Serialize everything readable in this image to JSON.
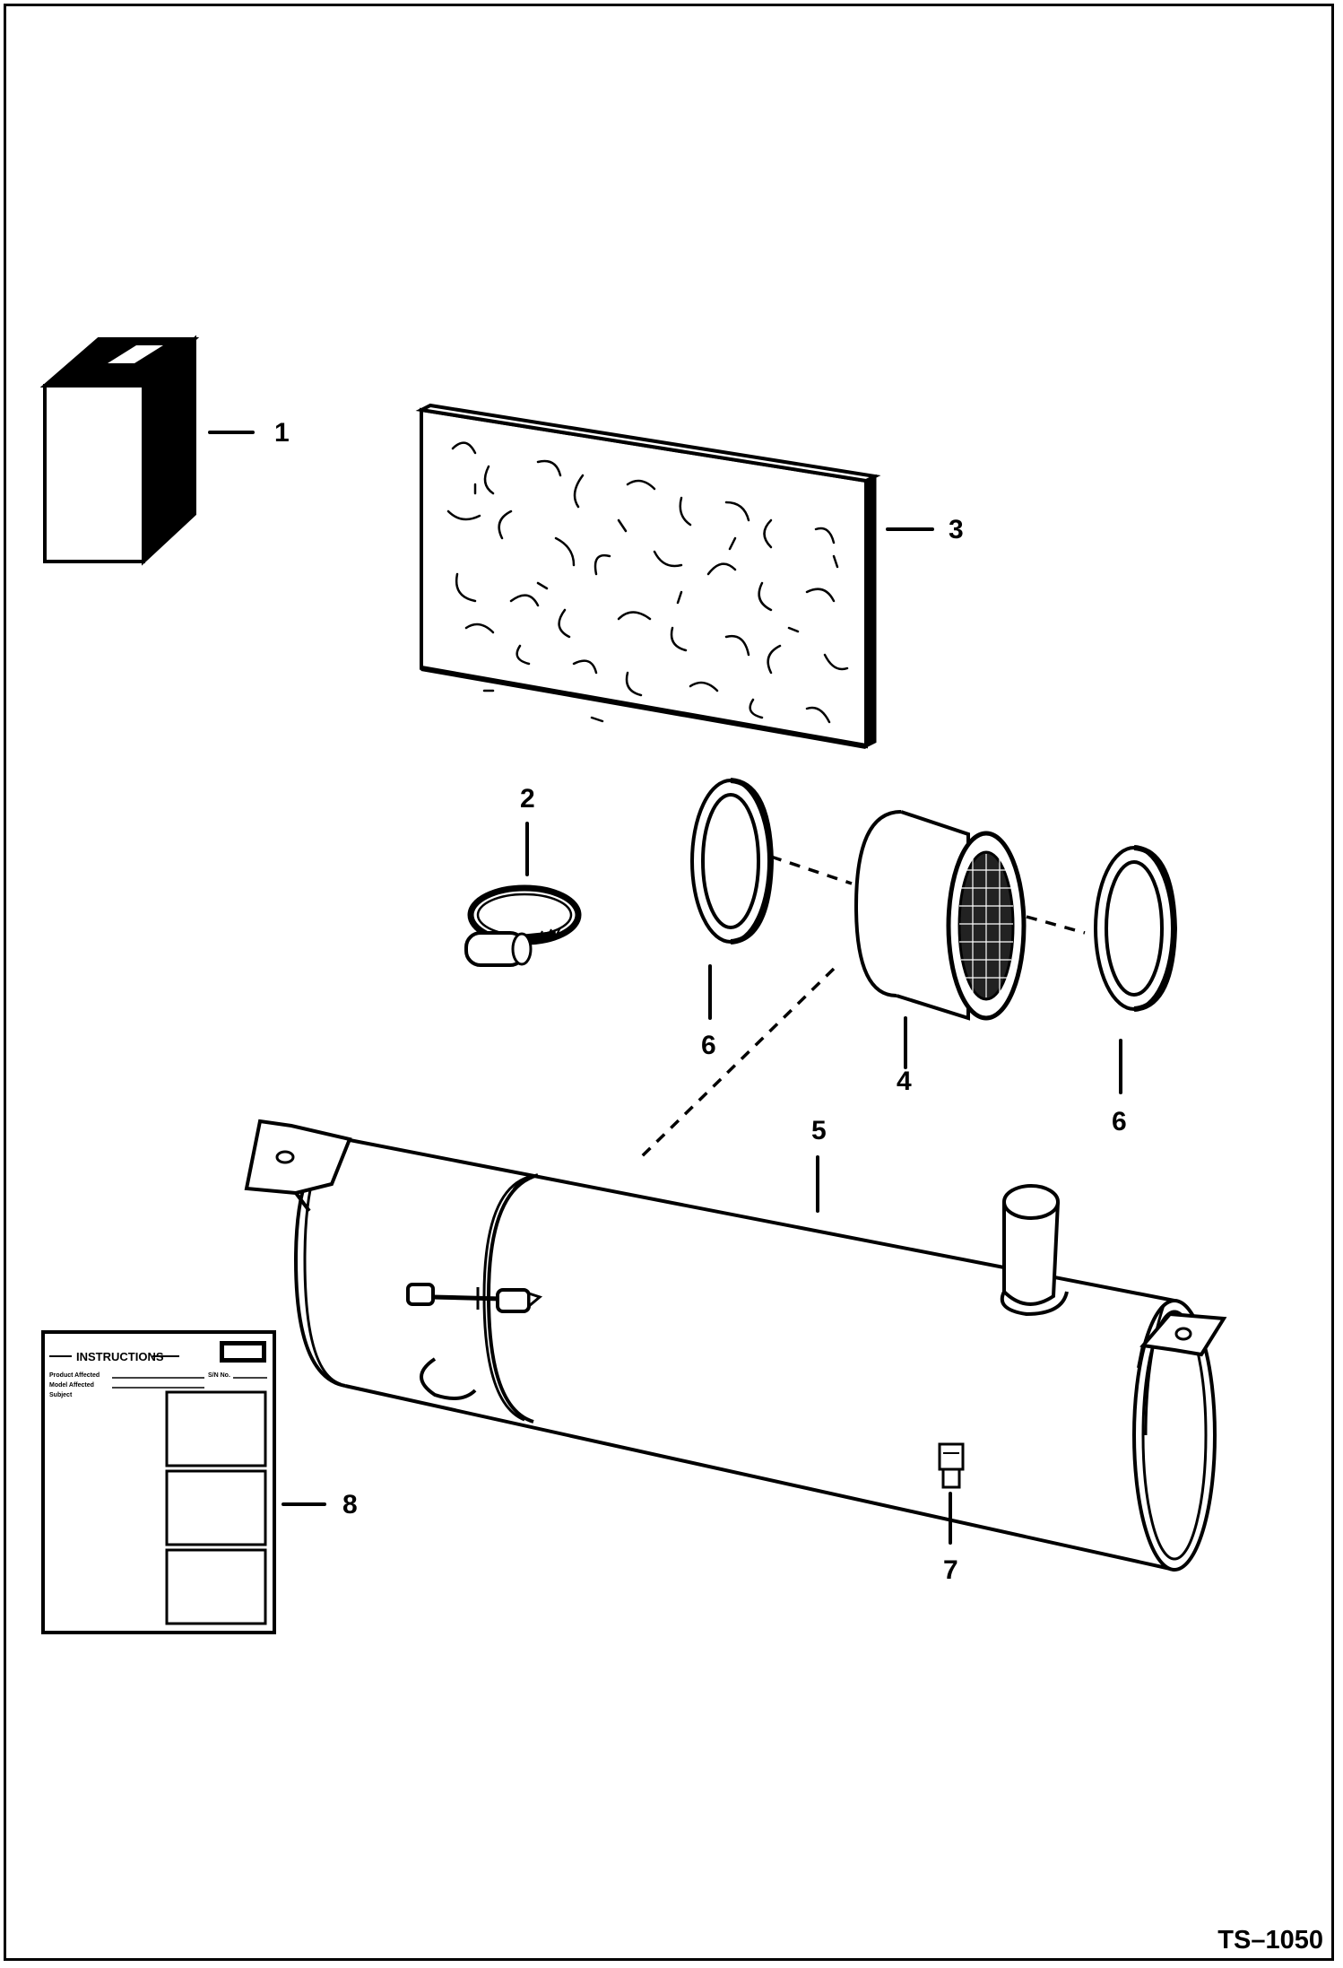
{
  "callouts": [
    {
      "id": "1"
    },
    {
      "id": "2"
    },
    {
      "id": "3"
    },
    {
      "id": "4"
    },
    {
      "id": "5"
    },
    {
      "id": "6"
    },
    {
      "id": "6"
    },
    {
      "id": "7"
    },
    {
      "id": "8"
    }
  ],
  "instruction_sheet": {
    "title": "INSTRUCTIONS",
    "line1": "Product Affected",
    "line2": "Model Affected",
    "line3": "Subject",
    "number_label": "S/N No."
  },
  "drawing_ref": "TS–1050"
}
